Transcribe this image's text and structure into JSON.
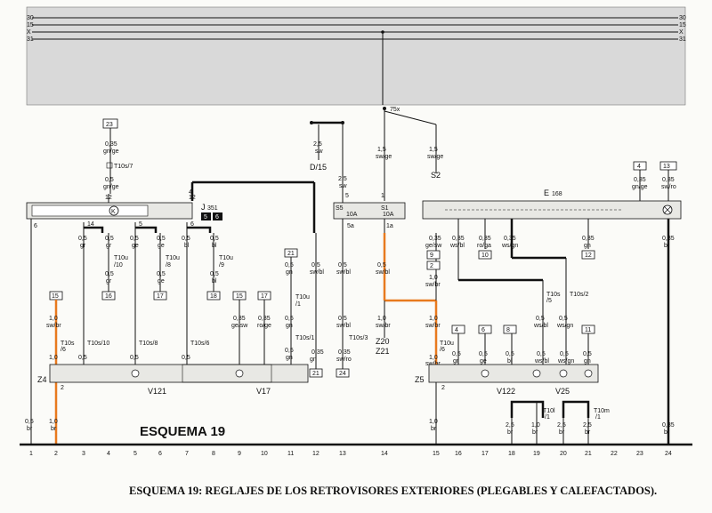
{
  "rails": {
    "left": [
      "30",
      "15",
      "X",
      "31"
    ],
    "right": [
      "30",
      "15",
      "X",
      "31"
    ]
  },
  "title": "ESQUEMA 19",
  "caption": "ESQUEMA 19: REGLAJES DE LOS RETROVISORES EXTERIORES (PLEGABLES Y CALEFACTADOS).",
  "bottom_numbers": [
    "1",
    "2",
    "3",
    "4",
    "5",
    "6",
    "7",
    "8",
    "9",
    "10",
    "11",
    "12",
    "13",
    "14",
    "15",
    "16",
    "17",
    "18",
    "19",
    "20",
    "21",
    "22",
    "23",
    "24"
  ],
  "components": {
    "j351": "J",
    "j351_sub": "351",
    "j351_b1": "5",
    "j351_b2": "6",
    "e168": "E",
    "e168_sub": "168",
    "s5": "S5",
    "s5_amp": "10A",
    "s1": "S1",
    "s1_amp": "10A",
    "z4": "Z4",
    "z5": "Z5",
    "v121": "V121",
    "v17": "V17",
    "v122": "V122",
    "v25": "V25",
    "d15": "D/15",
    "s2": "S2",
    "z20": "Z20",
    "z21": "Z21",
    "x75": "75x",
    "k_symbol": "K"
  }
}
